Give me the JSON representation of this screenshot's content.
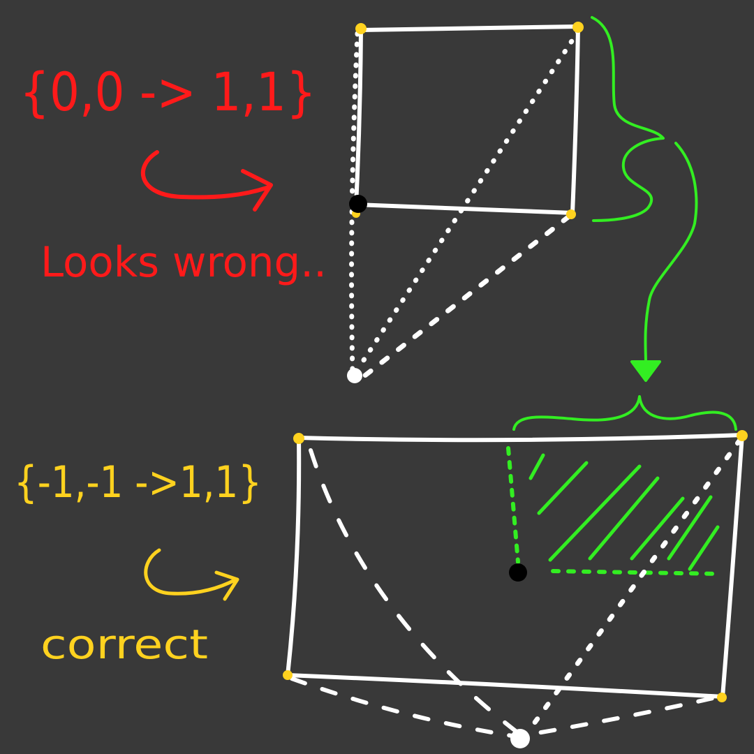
{
  "colors": {
    "background": "#393939",
    "chalk_white": "#ffffff",
    "red": "#ff1a1a",
    "yellow": "#ffd21f",
    "green": "#33ee22",
    "black": "#000000"
  },
  "annotations": {
    "top_range": "{0,0 -> 1,1}",
    "top_verdict": "Looks wrong..",
    "bottom_range": "{-1,-1 ->1,1}",
    "bottom_verdict": "correct"
  }
}
